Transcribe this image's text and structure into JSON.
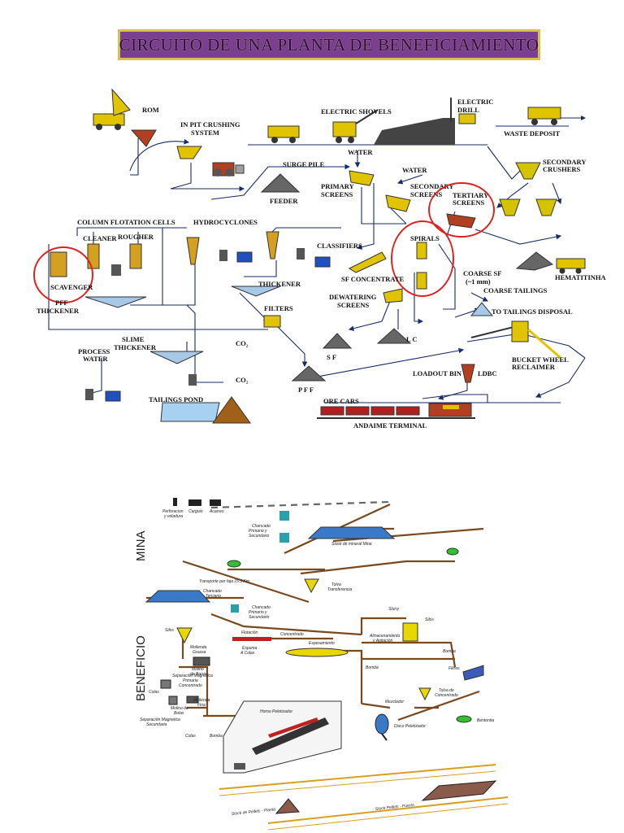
{
  "title": "CIRCUITO DE UNA PLANTA DE BENEFICIAMIENTO",
  "colors": {
    "banner_bg": "#7a3f8f",
    "banner_border": "#d8c24a",
    "equipment": "#d4c400",
    "circle": "#e02020",
    "pipe": "#7a4a1e",
    "pellet": "#8a5a4a"
  },
  "top_diagram": {
    "labels": {
      "rom": "ROM",
      "in_pit_crushing": "IN PIT CRUSHING",
      "system": "SYSTEM",
      "electric_shovels": "ELECTRIC SHOVELS",
      "electric": "ELECTRIC",
      "drill": "DRILL",
      "waste_deposit": "WASTE DEPOSIT",
      "water1": "WATER",
      "surge_pile": "SURGE PILE",
      "feeder": "FEEDER",
      "water2": "WATER",
      "primary_screens_1": "PRIMARY",
      "primary_screens_2": "SCREENS",
      "secondary_screens_1": "SECONDARY",
      "secondary_screens_2": "SCREENS",
      "tertiary_screens_1": "TERTIARY",
      "tertiary_screens_2": "SCREENS",
      "secondary_crushers_1": "SECONDARY",
      "secondary_crushers_2": "CRUSHERS",
      "column_flotation": "COLUMN FLOTATION CELLS",
      "hydrocyclones": "HYDROCYCLONES",
      "cleaner": "CLEANER",
      "rougher": "ROUGHER",
      "classifiers": "CLASSIFIERS",
      "spirals": "SPIRALS",
      "hematitinha": "HEMATITINHA",
      "scavenger": "SCAVENGER",
      "pff_thickener_1": "PFF",
      "pff_thickener_2": "THICKENER",
      "thickener": "THICKENER",
      "sf_concentrate": "SF CONCENTRATE",
      "coarse_sf_1": "COARSE SF",
      "coarse_sf_2": "(~1 mm)",
      "coarse_tailings": "COARSE TAILINGS",
      "dewatering_1": "DEWATERING",
      "dewatering_2": "SCREENS",
      "to_tailings": "TO TAILINGS DISPOSAL",
      "filters": "FILTERS",
      "slime_1": "SLIME",
      "slime_2": "THICKENER",
      "process_1": "PROCESS",
      "process_2": "WATER",
      "co2_a": "CO₂",
      "co2_b": "CO₂",
      "sf": "S F",
      "lc": "L C",
      "bucket_1": "BUCKET WHEEL",
      "bucket_2": "RECLAIMER",
      "loadout": "LOADOUT BIN",
      "ldbc": "LDBC",
      "tailings_pond": "TAILINGS POND",
      "pff": "P F F",
      "ore_cars": "ORE CARS",
      "andaime": "ANDAIME TERMINAL"
    }
  },
  "bottom_diagram": {
    "sections": {
      "mina": "MINA",
      "beneficio": "BENEFICIO"
    },
    "labels": {
      "perforacion_1": "Perforacion",
      "perforacion_2": "y voladura",
      "carguio": "Carguio",
      "acarreo": "Acarreo",
      "chancado_ps_1": "Chancado",
      "chancado_ps_2": "Primario y",
      "chancado_ps_3": "Secundario",
      "stock_mina": "Stock de mineral Mina",
      "tolva_trans_1": "Tolva",
      "tolva_trans_2": "Transferencia",
      "transporte": "Transporte por faja 15.3 Km",
      "chancado_t_1": "Chancado",
      "chancado_t_2": "Terciario",
      "chancado_ps2_1": "Chancado",
      "chancado_ps2_2": "Primario y",
      "chancado_ps2_3": "Secundario",
      "flotacion": "Flotación",
      "concentrado": "Concentrado",
      "slurry": "Slurry",
      "silos_1": "Silos",
      "silos_2": "Silos",
      "molienda_gruesa_1": "Molienda",
      "molienda_gruesa_2": "Gruesa",
      "espuma_1": "Espuma",
      "espuma_2": "A Colas",
      "espesamiento": "Espesamiento",
      "almacen_1": "Almacenamiento",
      "almacen_2": "y Agitación",
      "molino_barras_1": "Molino",
      "molino_barras_2": "de Barras",
      "bomba_1": "Bomba",
      "bomba_2": "Bomba",
      "bomba_3": "Bomba",
      "filtros": "Filtros",
      "sep_primaria_1": "Separación Magnetica",
      "sep_primaria_2": "Primaria",
      "sep_primaria_3": "Concentrado",
      "colas_1": "Colas",
      "colas_2": "Colas",
      "molino_bolas_1": "Molino de",
      "molino_bolas_2": "Bolas",
      "molienda_fina_1": "Molienda",
      "molienda_fina_2": "Fina",
      "tolva_conc_1": "Tolva de",
      "tolva_conc_2": "Concentrado",
      "sep_secundaria_1": "Separación Magnetica",
      "sep_secundaria_2": "Secundaria",
      "horno": "Horno Peletizador",
      "mezclador": "Mezclador",
      "disco": "Disco Peletizador",
      "bentonita": "Bentonita",
      "stock_pellets_1": "Stock de Pellets - Planta",
      "stock_pellets_2": "Stock Pellets - Puerto"
    }
  }
}
